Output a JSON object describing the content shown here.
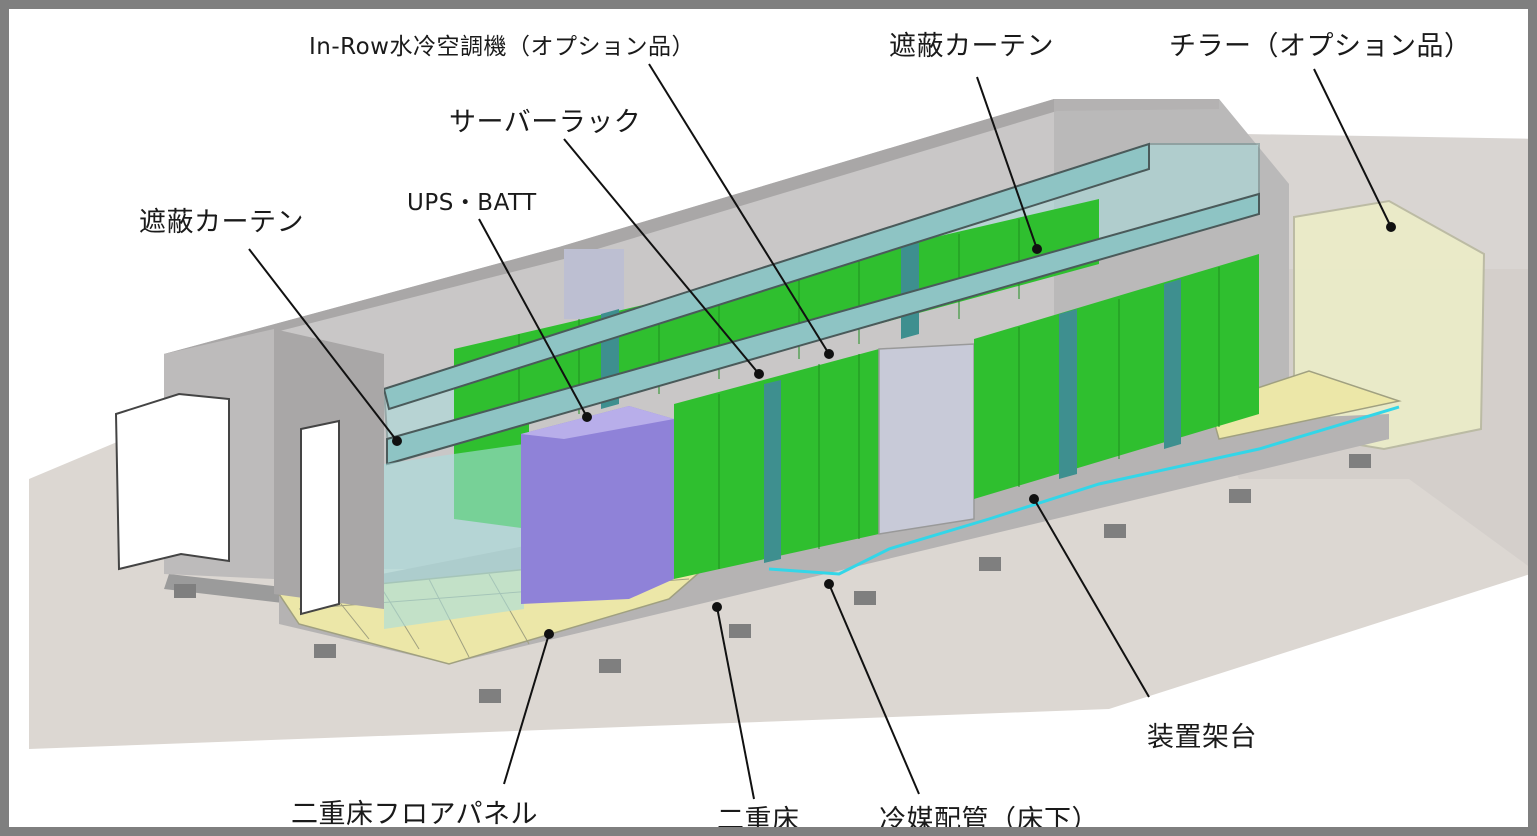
{
  "labels": {
    "inrow_cooler": "In-Row水冷空調機（オプション品）",
    "curtain_top": "遮蔽カーテン",
    "chiller": "チラー（オプション品）",
    "server_rack": "サーバーラック",
    "ups_batt": "UPS・BATT",
    "curtain_left": "遮蔽カーテン",
    "equipment_stand": "装置架台",
    "floor_panel": "二重床フロアパネル",
    "raised_floor": "二重床",
    "refrigerant_pipe": "冷媒配管（床下）"
  },
  "colors": {
    "rack_green": "#2fbf2f",
    "aisle_blue": "#3e8f8f",
    "ups_purple": "#8f82d8",
    "panel_yellow": "#ece7a8",
    "pipe_cyan": "#33d6e8",
    "curtain_glass": "#a9dede",
    "wall_gray": "#c4c2c2",
    "ground_beige": "#dcd7d2"
  }
}
